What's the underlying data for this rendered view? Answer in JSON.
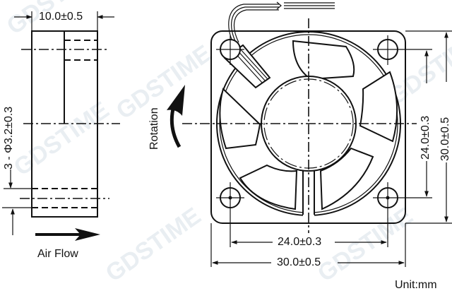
{
  "diagram": {
    "subject": "30mm axial fan dimension drawing",
    "unit_label": "Unit:mm",
    "watermark": "GDSTIME",
    "side_view": {
      "depth_dimension": "10.0±0.5",
      "hole_callout": "3 - Φ3.2±0.3",
      "airflow_label": "Air Flow"
    },
    "front_view": {
      "rotation_label": "Rotation",
      "hole_spacing_vertical": "24.0±0.3",
      "frame_height": "30.0±0.5",
      "hole_spacing_horizontal": "24.0±0.3",
      "frame_width": "30.0±0.5"
    },
    "colors": {
      "line": "#111111",
      "background": "#ffffff",
      "watermark": "#e9eef2"
    }
  }
}
